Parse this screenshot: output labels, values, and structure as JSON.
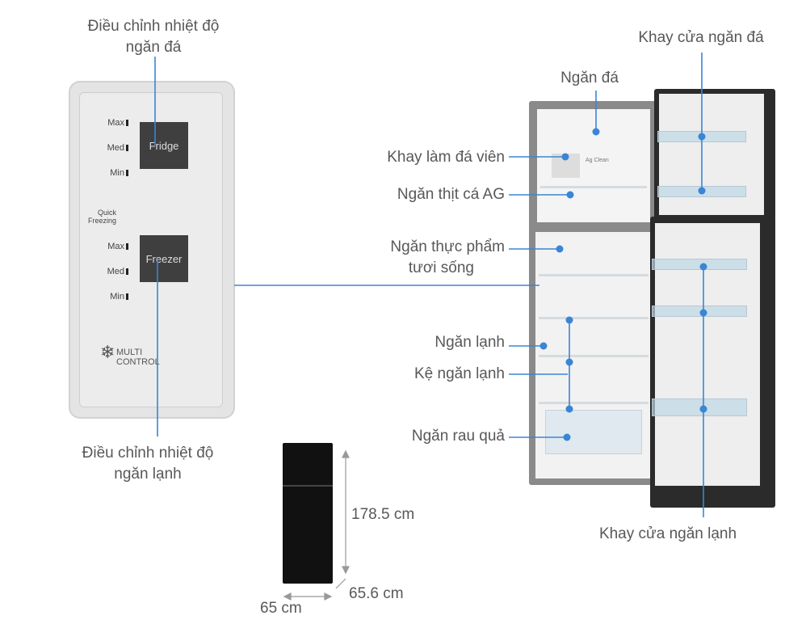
{
  "control_panel": {
    "top_label": [
      "Điều chỉnh nhiệt độ",
      "ngăn đá"
    ],
    "bottom_label": [
      "Điều chỉnh nhiệt độ",
      "ngăn lạnh"
    ],
    "fridge_button": "Fridge",
    "freezer_button": "Freezer",
    "fridge_levels": [
      "Max",
      "Med",
      "Min"
    ],
    "quick_freezing": [
      "Quick",
      "Freezing"
    ],
    "freezer_levels": [
      "Max",
      "Med",
      "Min"
    ],
    "logo": [
      "MULTI",
      "CONTROL"
    ]
  },
  "fridge_labels": {
    "freezer": "Ngăn đá",
    "freezer_door_tray": "Khay cửa ngăn đá",
    "ice_tray": "Khay làm đá viên",
    "meat_fish": "Ngăn thịt cá AG",
    "fresh_food": [
      "Ngăn thực phẩm",
      "tươi sống"
    ],
    "fridge_compartment": "Ngăn lạnh",
    "fridge_shelf": "Kệ ngăn lạnh",
    "vegetable": "Ngăn rau quả",
    "fridge_door_tray": "Khay cửa ngăn lạnh",
    "ag_clean": "Ag Clean"
  },
  "dimensions": {
    "height": "178.5 cm",
    "depth": "65.6 cm",
    "width": "65 cm"
  },
  "colors": {
    "accent": "#3a85d5"
  }
}
